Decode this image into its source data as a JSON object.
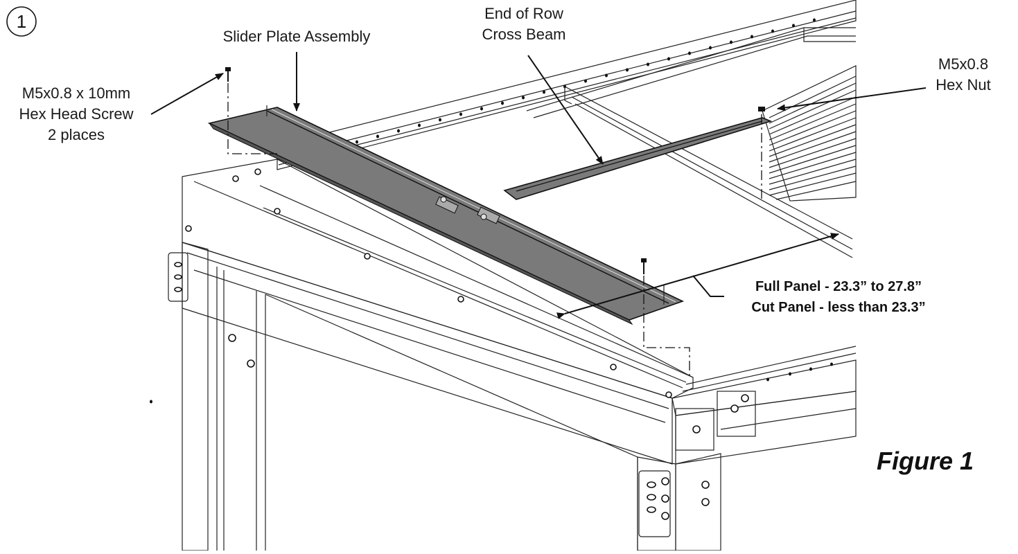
{
  "step_number": "1",
  "labels": {
    "slider_plate": "Slider Plate Assembly",
    "cross_beam_line1": "End of Row",
    "cross_beam_line2": "Cross Beam",
    "screw_line1": "M5x0.8 x 10mm",
    "screw_line2": "Hex Head Screw",
    "screw_line3": "2 places",
    "nut_line1": "M5x0.8",
    "nut_line2": "Hex Nut",
    "panel_line1": "Full Panel - 23.3” to 27.8”",
    "panel_line2": "Cut Panel  -  less than 23.3”",
    "figure": "Figure 1"
  },
  "colors": {
    "plate_fill": "#7a7a7a",
    "line": "#111111",
    "background": "#ffffff"
  }
}
